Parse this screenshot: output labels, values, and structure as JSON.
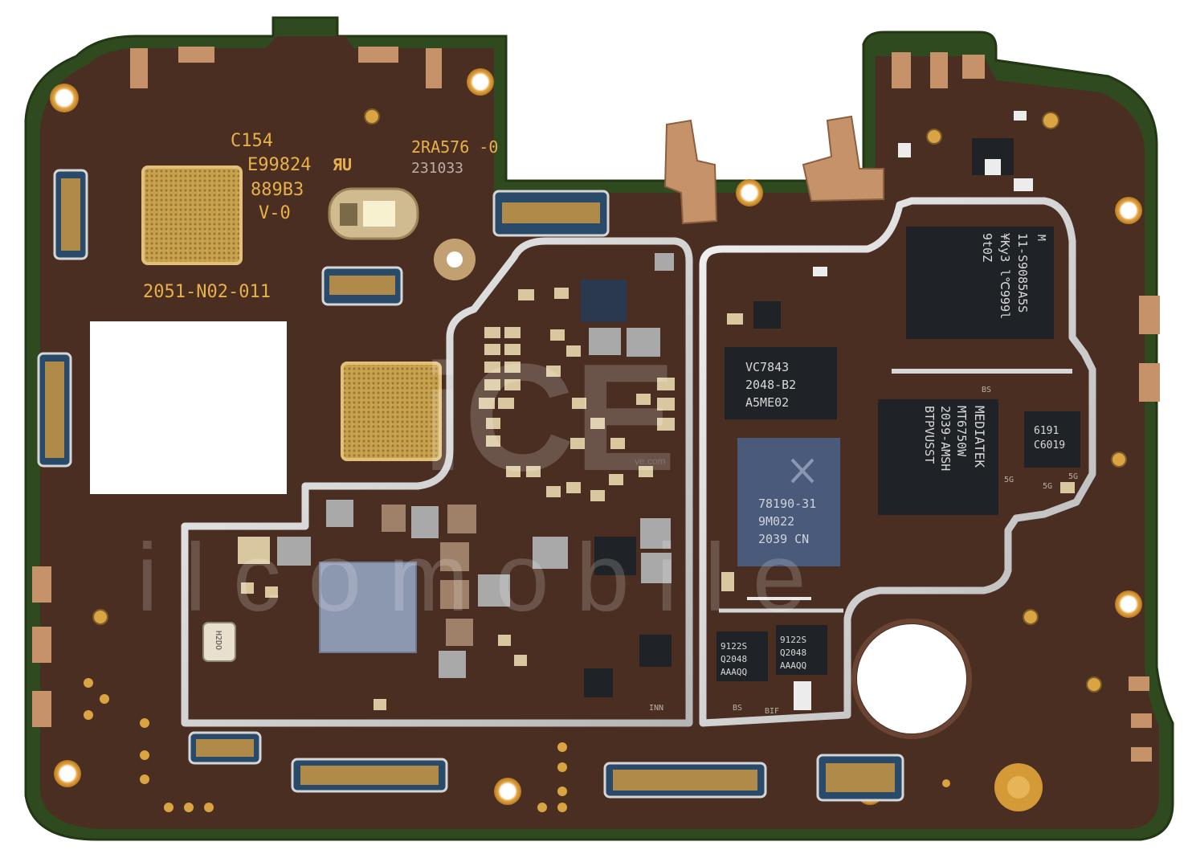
{
  "silkscreen": {
    "c154": "C154",
    "e99824": "E99824",
    "b889": "889B3",
    "v0": "V-0",
    "ul_mark": "ЯU",
    "ra576": "2RA576 -0",
    "code231033": "231033",
    "partno": "2051-N02-011"
  },
  "chips": {
    "memory_top": [
      "M",
      "11-S9085A5S",
      "¥Ky3 l℃999l",
      "9t0Z"
    ],
    "vc_chip": [
      "VC7843",
      "2048-B2",
      "A5ME02"
    ],
    "skyworks_chip": [
      "78190-31",
      "9M022",
      "2039 CN"
    ],
    "mediatek_chip": [
      "MEDIATEK",
      "MT6750W",
      "2039-AMSH",
      "BTPVUSST"
    ],
    "small_6191": [
      "6191",
      "C6019"
    ],
    "pa_left": [
      "9122S",
      "Q2048",
      "AAAQQ"
    ],
    "pa_right": [
      "9122S",
      "Q2048",
      "AAAQQ"
    ],
    "label_bs_top": "BS",
    "label_bs_bottom": "BS",
    "label_5g_a": "5G",
    "label_5g_b": "5G",
    "label_5g_c": "5G",
    "label_bif": "BIF",
    "label_inn": "INN",
    "mic": "H2DO"
  },
  "watermark": {
    "logo": "iCE",
    "word": "i  l  c  o  m  o  b  i  l  e",
    "small": "ve.com"
  },
  "colors": {
    "pcb_brown": "#4a2e22",
    "pcb_green": "#2a4a1a",
    "gold": "#d9a441",
    "shield": "#d8d8d8",
    "chip_black": "#1f2327",
    "chip_blue": "#4a5a7a"
  }
}
